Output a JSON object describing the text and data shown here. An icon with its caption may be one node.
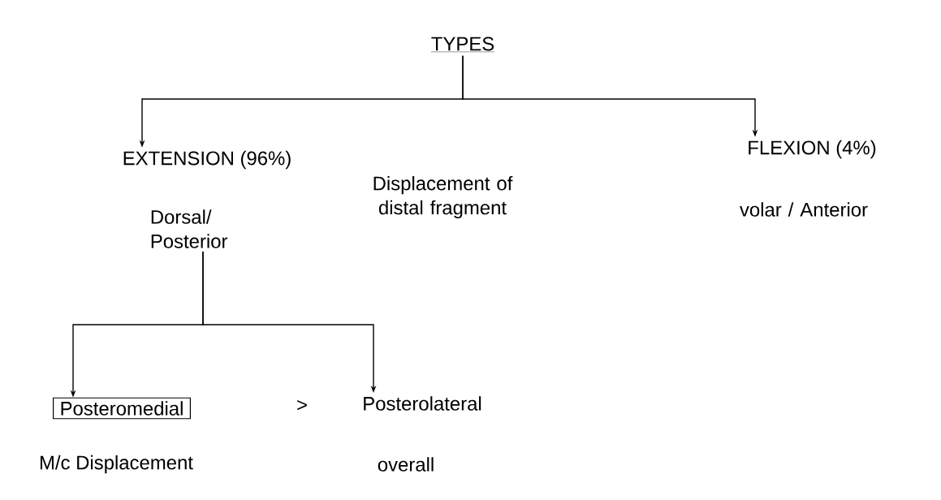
{
  "diagram": {
    "nodes": [
      {
        "text": [
          "TYPES"
        ]
      },
      {
        "text": [
          "EXTENSION (96%)"
        ]
      },
      {
        "text": [
          "FLEXION (4%)"
        ]
      },
      {
        "text": [
          "Dorsal/ Posterior"
        ]
      },
      {
        "text": [
          "Posteromedial"
        ],
        "beside": [
          "M/c Displacement"
        ]
      },
      {
        "text": [
          "Posterolateral"
        ],
        "beside": [
          "overall"
        ]
      }
    ],
    "edges": [
      {
        "from": 0,
        "to": 1,
        "arrow": "to"
      },
      {
        "from": 0,
        "to": 2,
        "arrow": "to"
      },
      {
        "from": 3,
        "to": 4,
        "arrow": "to"
      },
      {
        "from": 3,
        "to": 5,
        "arrow": "to"
      }
    ],
    "labels": [
      "Displacement of distal fragment",
      "volar / Anterior",
      ">"
    ]
  }
}
